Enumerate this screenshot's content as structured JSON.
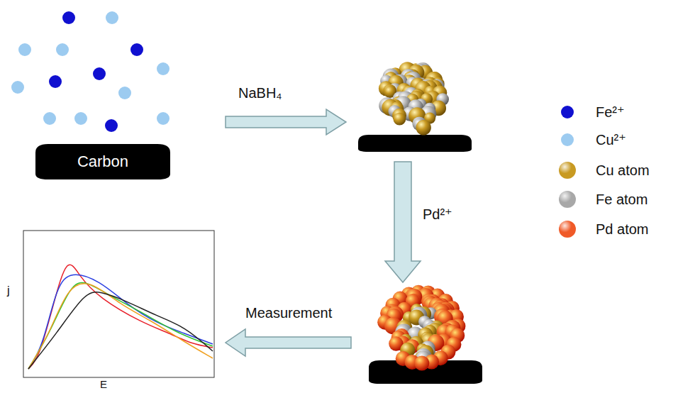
{
  "diagram": {
    "nodes": [
      {
        "text": [
          "Carbon"
        ]
      }
    ],
    "labels": [
      "NaBH₄",
      "Pd²⁺",
      "Measurement",
      "j",
      "E"
    ],
    "legend": [
      {
        "text": "Fe²⁺",
        "color": "#1010d0"
      },
      {
        "text": "Cu²⁺",
        "color": "#9ccbf0"
      },
      {
        "text": "Cu atom",
        "color": "#c89a22"
      },
      {
        "text": "Fe atom",
        "color": "#a8a8a8"
      },
      {
        "text": "Pd atom",
        "color": "#f05a28"
      }
    ]
  }
}
